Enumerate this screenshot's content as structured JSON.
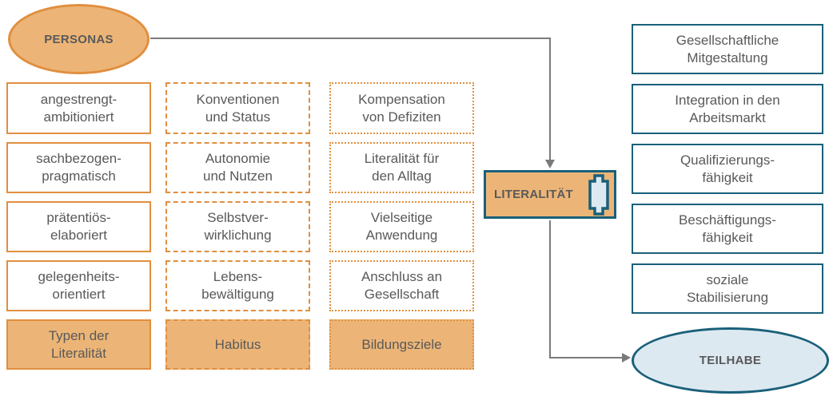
{
  "nodes": {
    "personas": "PERSONAS",
    "literalitaet": "LITERALITÄT",
    "teilhabe": "TEILHABE"
  },
  "columns": [
    {
      "border_style": "solid",
      "items": [
        "angestrengt-\nambitioniert",
        "sachbezogen-\npragmatisch",
        "prätentiös-\nelaboriert",
        "gelegenheits-\norientiert"
      ],
      "footer": "Typen der\nLiteralität"
    },
    {
      "border_style": "dashed",
      "items": [
        "Konventionen\nund Status",
        "Autonomie\nund Nutzen",
        "Selbstver-\nwirklichung",
        "Lebens-\nbewältigung"
      ],
      "footer": "Habitus"
    },
    {
      "border_style": "dotted",
      "items": [
        "Kompensation\nvon Defiziten",
        "Literalität für\nden Alltag",
        "Vielseitige\nAnwendung",
        "Anschluss an\nGesellschaft"
      ],
      "footer": "Bildungsziele"
    }
  ],
  "outcomes": [
    "Gesellschaftliche\nMitgestaltung",
    "Integration in den\nArbeitsmarkt",
    "Qualifizierungs-\nfähigkeit",
    "Beschäftigungs-\nfähigkeit",
    "soziale\nStabilisierung"
  ],
  "icons": {
    "literalitaet_icon": "scroll-icon"
  },
  "colors": {
    "orange_border": "#E08F3F",
    "orange_fill": "#ECB577",
    "teal_border": "#19607A",
    "blue_fill": "#DDE9F1",
    "text": "#595959",
    "arrow": "#7A7A7A"
  }
}
